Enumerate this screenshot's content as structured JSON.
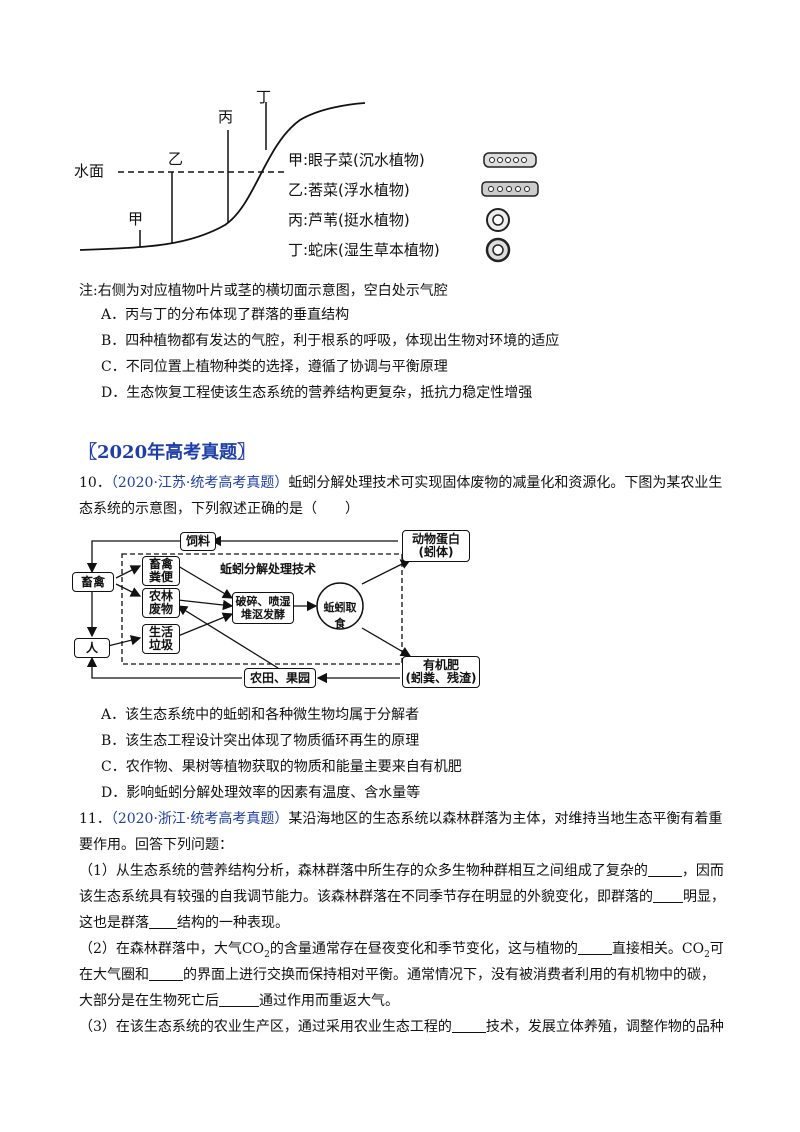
{
  "fig1": {
    "water_label": "水面",
    "plants": [
      "甲",
      "乙",
      "丙",
      "丁"
    ],
    "legend": [
      {
        "name": "甲:眼子菜(沉水植物)",
        "icon": "elongated-leaf-section"
      },
      {
        "name": "乙:莕菜(浮水植物)",
        "icon": "elongated-leaf-section"
      },
      {
        "name": "丙:芦苇(挺水植物)",
        "icon": "ring-stem-section"
      },
      {
        "name": "丁:蛇床(湿生草本植物)",
        "icon": "ring-stem-section"
      }
    ]
  },
  "q9": {
    "note": "注:右侧为对应植物叶片或茎的横切面示意图，空白处示气腔",
    "options": [
      "A．丙与丁的分布体现了群落的垂直结构",
      "B．四种植物都有发达的气腔，利于根系的呼吸，体现出生物对环境的适应",
      "C．不同位置上植物种类的选择，遵循了协调与平衡原理",
      "D．生态恢复工程使该生态系统的营养结构更复杂，抵抗力稳定性增强"
    ]
  },
  "section_heading": "〖2020年高考真题〗",
  "q10": {
    "number": "10．",
    "source": "（2020·江苏·统考高考真题）",
    "stem_line1": "蚯蚓分解处理技术可实现固体废物的减量化和资源化。下图为某农业生",
    "stem_line2": "态系统的示意图，下列叙述正确的是（　　）",
    "diagram": {
      "feed": "饲料",
      "livestock": "畜禽",
      "human": "人",
      "manure_l1": "畜禽",
      "manure_l2": "粪便",
      "waste_l1": "农林",
      "waste_l2": "废物",
      "garbage_l1": "生活",
      "garbage_l2": "垃圾",
      "tech_title": "蚯蚓分解处理技术",
      "process_l1": "破碎、喷湿",
      "process_l2": "堆沤发酵",
      "earthworm": "蚯蚓取食",
      "protein_l1": "动物蛋白",
      "protein_l2": "(蚓体)",
      "fertilizer_l1": "有机肥",
      "fertilizer_l2": "(蚓粪、残渣)",
      "farmland": "农田、果园"
    },
    "options": [
      "A．该生态系统中的蚯蚓和各种微生物均属于分解者",
      "B．该生态工程设计突出体现了物质循环再生的原理",
      "C．农作物、果树等植物获取的物质和能量主要来自有机肥",
      "D．影响蚯蚓分解处理效率的因素有温度、含水量等"
    ]
  },
  "q11": {
    "number": "11．",
    "source": "（2020·浙江·统考高考真题）",
    "stem_line1": "某沿海地区的生态系统以森林群落为主体，对维持当地生态平衡有着重",
    "stem_line2": "要作用。回答下列问题：",
    "p1_a": "（1）从生态系统的营养结构分析，森林群落中所生存的众多生物种群相互之间组成了复杂的",
    "p1_b": "，因而",
    "p1_c": "该生态系统具有较强的自我调节能力。该森林群落在不同季节存在明显的外貌变化，即群落的",
    "p1_d": "明显，",
    "p1_e": "这也是群落",
    "p1_f": "结构的一种表现。",
    "p2_a": "（2）在森林群落中，大气",
    "co2": "CO",
    "sub2": "2",
    "p2_b": "的含量通常存在昼夜变化和季节变化，这与植物的",
    "p2_c": "直接相关。",
    "p2_d": "可",
    "p2_e": "在大气圈和",
    "p2_f": "的界面上进行交换而保持相对平衡。通常情况下，没有被消费者利用的有机物中的碳，",
    "p2_g": "大部分是在生物死亡后",
    "p2_h": "通过作用而重返大气。",
    "p3_a": "（3）在该生态系统的农业生产区，通过采用农业生态工程的",
    "p3_b": "技术，发展立体养殖，调整作物的品种"
  }
}
